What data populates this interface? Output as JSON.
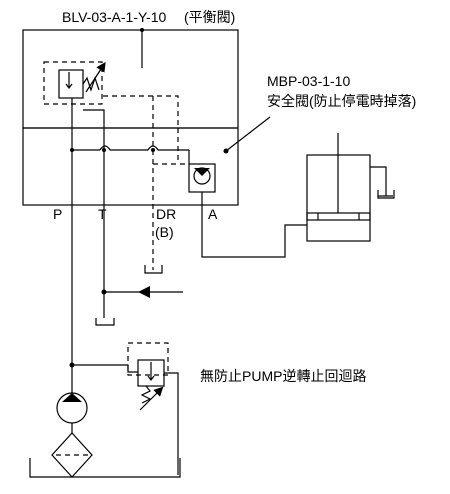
{
  "labels": {
    "balance_valve_model": "BLV-03-A-1-Y-10",
    "balance_valve_name": "(平衡閥)",
    "safety_valve_model": "MBP-03-1-10",
    "safety_valve_name": "安全閥(防止停電時掉落)",
    "check_circuit_note": "無防止PUMP逆轉止回迴路"
  },
  "ports": {
    "p": "P",
    "t": "T",
    "dr": "DR",
    "b": "(B)",
    "a": "A"
  },
  "colors": {
    "line": "#000000",
    "background": "#ffffff"
  }
}
